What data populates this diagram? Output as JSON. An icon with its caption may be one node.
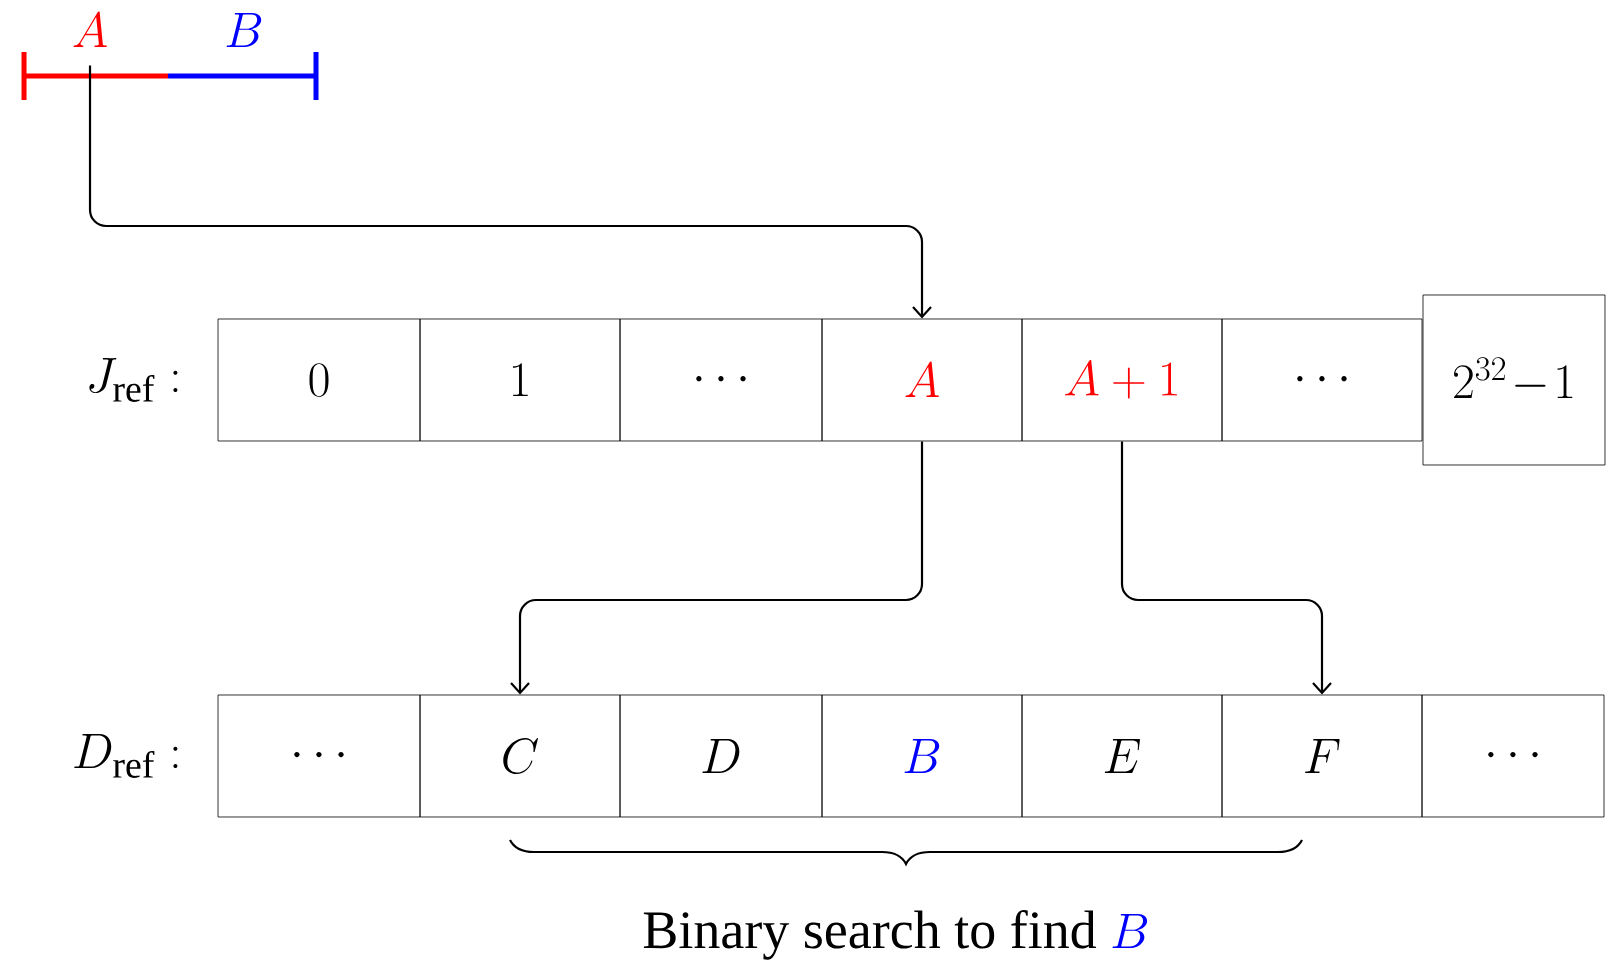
{
  "diagram": {
    "nodes": [
      {
        "text": [
          "A"
        ]
      },
      {
        "text": [
          "B"
        ]
      },
      {
        "text": [
          "0"
        ]
      },
      {
        "text": [
          "1"
        ]
      },
      {
        "text": [
          "\\cdots"
        ]
      },
      {
        "text": [
          "A"
        ]
      },
      {
        "text": [
          "A+1"
        ]
      },
      {
        "text": [
          "\\cdots"
        ]
      },
      {
        "text": [
          "2^{32}-1"
        ]
      },
      {
        "text": [
          "\\cdots"
        ]
      },
      {
        "text": [
          "C"
        ]
      },
      {
        "text": [
          "D"
        ]
      },
      {
        "text": [
          "B"
        ]
      },
      {
        "text": [
          "E"
        ]
      },
      {
        "text": [
          "F"
        ]
      },
      {
        "text": [
          "\\cdots"
        ]
      }
    ],
    "edges": [
      {
        "from": 0,
        "to": 5,
        "arrow": "to"
      },
      {
        "from": 5,
        "to": 10,
        "arrow": "to"
      },
      {
        "from": 6,
        "to": 14,
        "arrow": "to"
      }
    ],
    "labels": [
      "J_{\\mathrm{ref}}:",
      "D_{\\mathrm{ref}}:",
      "Binary search to find",
      "B"
    ]
  }
}
